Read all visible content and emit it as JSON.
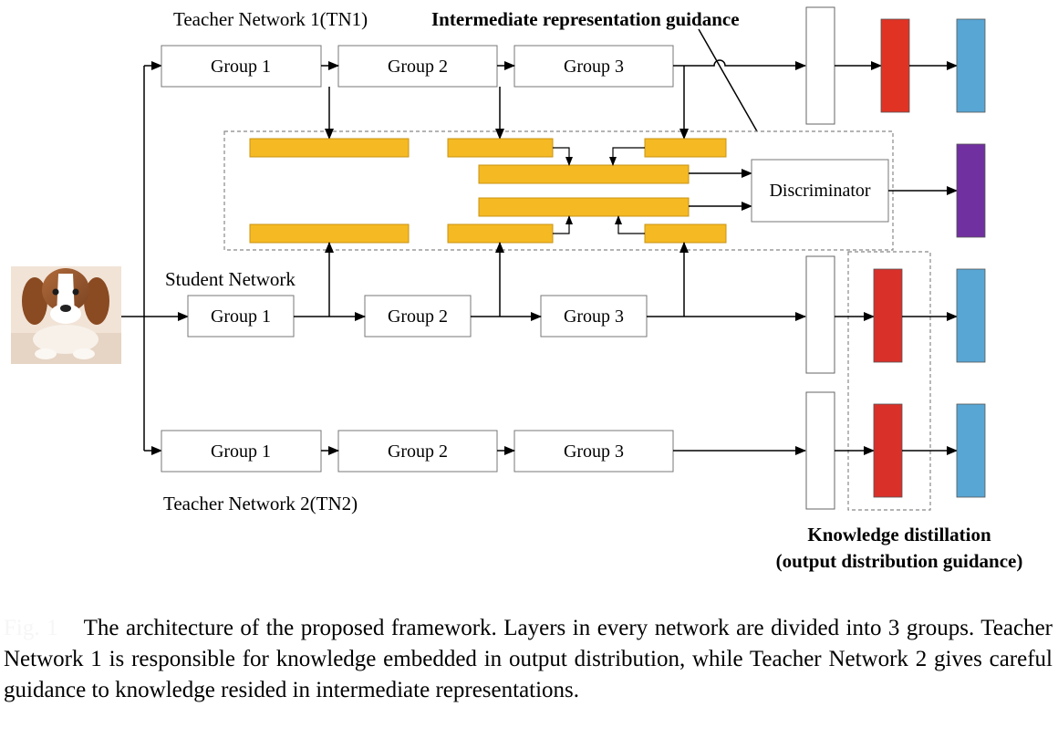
{
  "title_tn1": "Teacher Network 1(TN1)",
  "title_tn2": "Teacher Network 2(TN2)",
  "title_student": "Student Network",
  "title_intermediate": "Intermediate representation guidance",
  "discriminator": "Discriminator",
  "kd_line1": "Knowledge distillation",
  "kd_line2": "(output distribution guidance)",
  "tn1_groups": [
    "Group 1",
    "Group 2",
    "Group 3"
  ],
  "student_groups": [
    "Group 1",
    "Group 2",
    "Group 3"
  ],
  "tn2_groups": [
    "Group 1",
    "Group 2",
    "Group 3"
  ],
  "image_subject": "beagle-puppy-photo",
  "colors": {
    "feature": "#f5b923",
    "feature_border": "#c99313",
    "softmax_teacher": "#e03324",
    "softmax_student": "#d9302a",
    "output": "#58a6d4",
    "discriminator_out": "#7030a0"
  },
  "caption": {
    "label": "Fig. 1",
    "text": "The architecture of the proposed framework. Layers in every network are divided into 3 groups. Teacher Network 1 is responsible for knowledge embedded in output distribution, while Teacher Network 2 gives careful guidance to knowledge resided in intermediate representations."
  }
}
